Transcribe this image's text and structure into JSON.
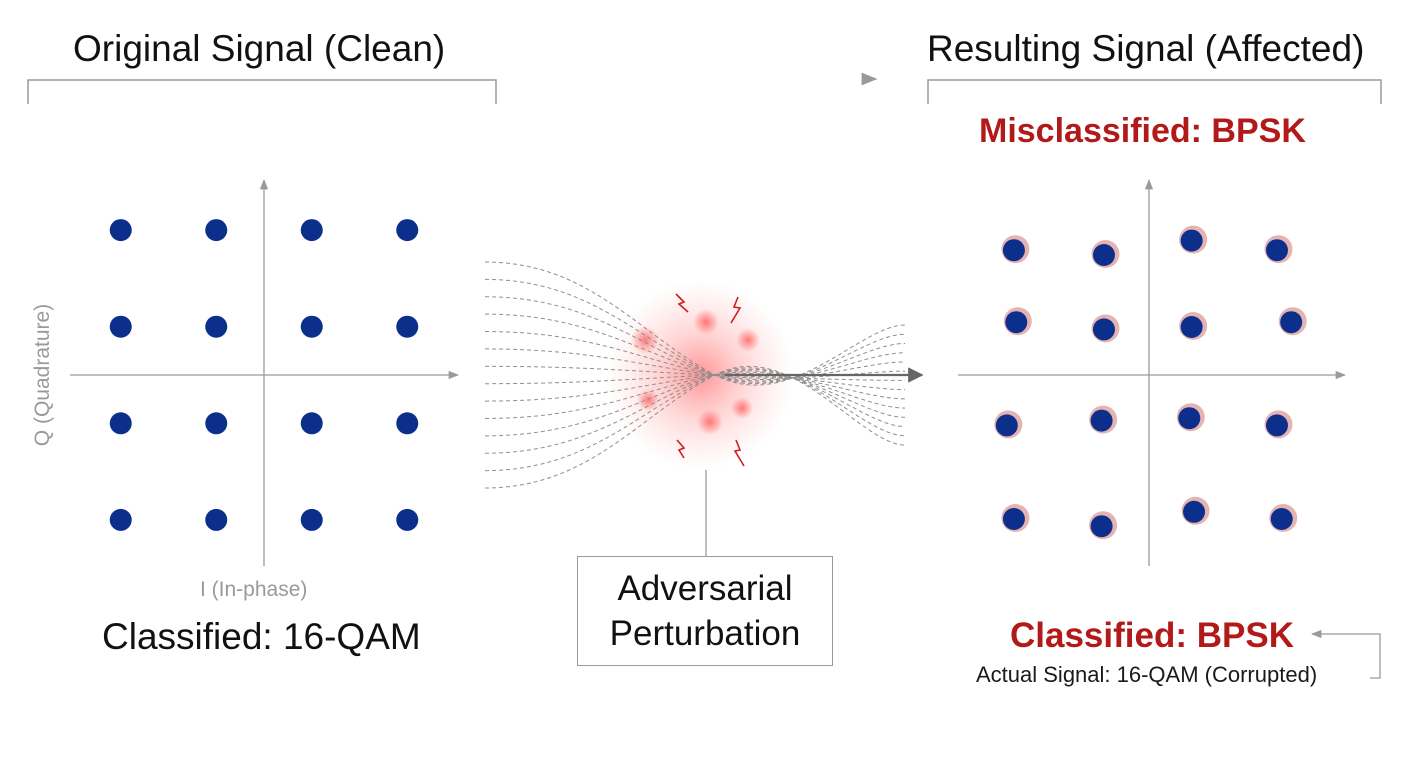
{
  "titles": {
    "original": "Original Signal (Clean)",
    "resulting": "Resulting Signal (Affected)"
  },
  "axes": {
    "q_label": "Q (Quadrature)",
    "i_label": "I (In-phase)"
  },
  "labels": {
    "classified_original": "Classified: 16-QAM",
    "misclassified": "Misclassified: BPSK",
    "classified_result": "Classified: BPSK",
    "actual_signal": "Actual Signal: 16-QAM (Corrupted)",
    "perturbation_line1": "Adversarial",
    "perturbation_line2": "Perturbation"
  },
  "constellation": {
    "clean_points": [
      [
        -3,
        3
      ],
      [
        -1,
        3
      ],
      [
        1,
        3
      ],
      [
        3,
        3
      ],
      [
        -3,
        1
      ],
      [
        -1,
        1
      ],
      [
        1,
        1
      ],
      [
        3,
        1
      ],
      [
        -3,
        -1
      ],
      [
        -1,
        -1
      ],
      [
        1,
        -1
      ],
      [
        3,
        -1
      ],
      [
        -3,
        -3
      ],
      [
        -1,
        -3
      ],
      [
        1,
        -3
      ],
      [
        3,
        -3
      ]
    ],
    "corrupted_points": [
      [
        -2.85,
        2.6
      ],
      [
        -0.95,
        2.5
      ],
      [
        0.9,
        2.8
      ],
      [
        2.7,
        2.6
      ],
      [
        -2.8,
        1.1
      ],
      [
        -0.95,
        0.95
      ],
      [
        0.9,
        1.0
      ],
      [
        3.0,
        1.1
      ],
      [
        -3.0,
        -1.05
      ],
      [
        -1.0,
        -0.95
      ],
      [
        0.85,
        -0.9
      ],
      [
        2.7,
        -1.05
      ],
      [
        -2.85,
        -3.0
      ],
      [
        -1.0,
        -3.15
      ],
      [
        0.95,
        -2.85
      ],
      [
        2.8,
        -3.0
      ]
    ]
  },
  "colors": {
    "point": "#0d2f8c",
    "accent_red": "#b21a1a",
    "halo": "#d98b8b",
    "axis": "#9a9a9a",
    "text": "#111111"
  }
}
